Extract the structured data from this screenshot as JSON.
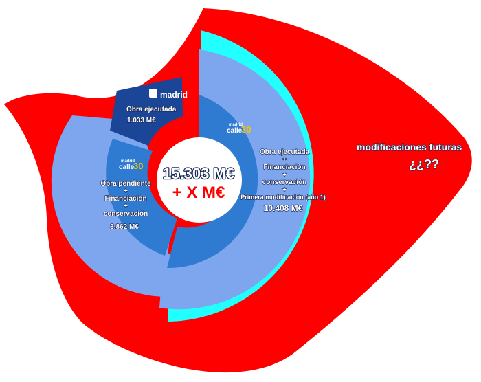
{
  "chart_data": {
    "type": "pie",
    "center": {
      "total": "15.303 M€",
      "extra": "+ X M€"
    },
    "segments": [
      {
        "logo": "madrid",
        "label_lines": [
          "Obra ejecutada"
        ],
        "value_label": "1.033 M€",
        "value": 1033,
        "color": "#1b4596"
      },
      {
        "logo": "madrid calle 30",
        "label_lines": [
          "Obra pendiente",
          "+",
          "Financiación",
          "+",
          "conservación"
        ],
        "value_label": "3.862 M€",
        "value": 3862,
        "color": "#2f7bd1"
      },
      {
        "logo": "madrid calle 30",
        "label_lines": [
          "Obra ejecutada",
          "+",
          "Financiación",
          "+",
          "conservación",
          "+",
          "Primera modificación (año 1)"
        ],
        "value_label": "10.408 M€",
        "value": 10408,
        "color": "#2f7bd1"
      }
    ],
    "future": {
      "label": "modificaciones futuras",
      "value_label": "¿¿??",
      "color": "#ff0000"
    },
    "colors": {
      "outer_light": "#7ea6ef",
      "cyan": "#22ffff",
      "red": "#ff0000"
    }
  },
  "logos": {
    "madrid": "madrid",
    "calle": "calle",
    "thirty": "30"
  }
}
